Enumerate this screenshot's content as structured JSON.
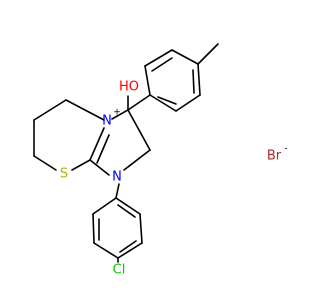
{
  "molecule": {
    "atoms": {
      "hydroxyl": {
        "label": "HO",
        "color": "#ff0000"
      },
      "cation_nitrogen": {
        "label": "N",
        "color": "#0000ff",
        "charge": "+"
      },
      "ring_nitrogen": {
        "label": "N",
        "color": "#0000ff"
      },
      "sulfur": {
        "label": "S",
        "color": "#b2b200"
      },
      "chlorine": {
        "label": "Cl",
        "color": "#00cc00"
      }
    },
    "counterion": {
      "label": "Br",
      "color": "#a62929",
      "charge": "-"
    }
  }
}
